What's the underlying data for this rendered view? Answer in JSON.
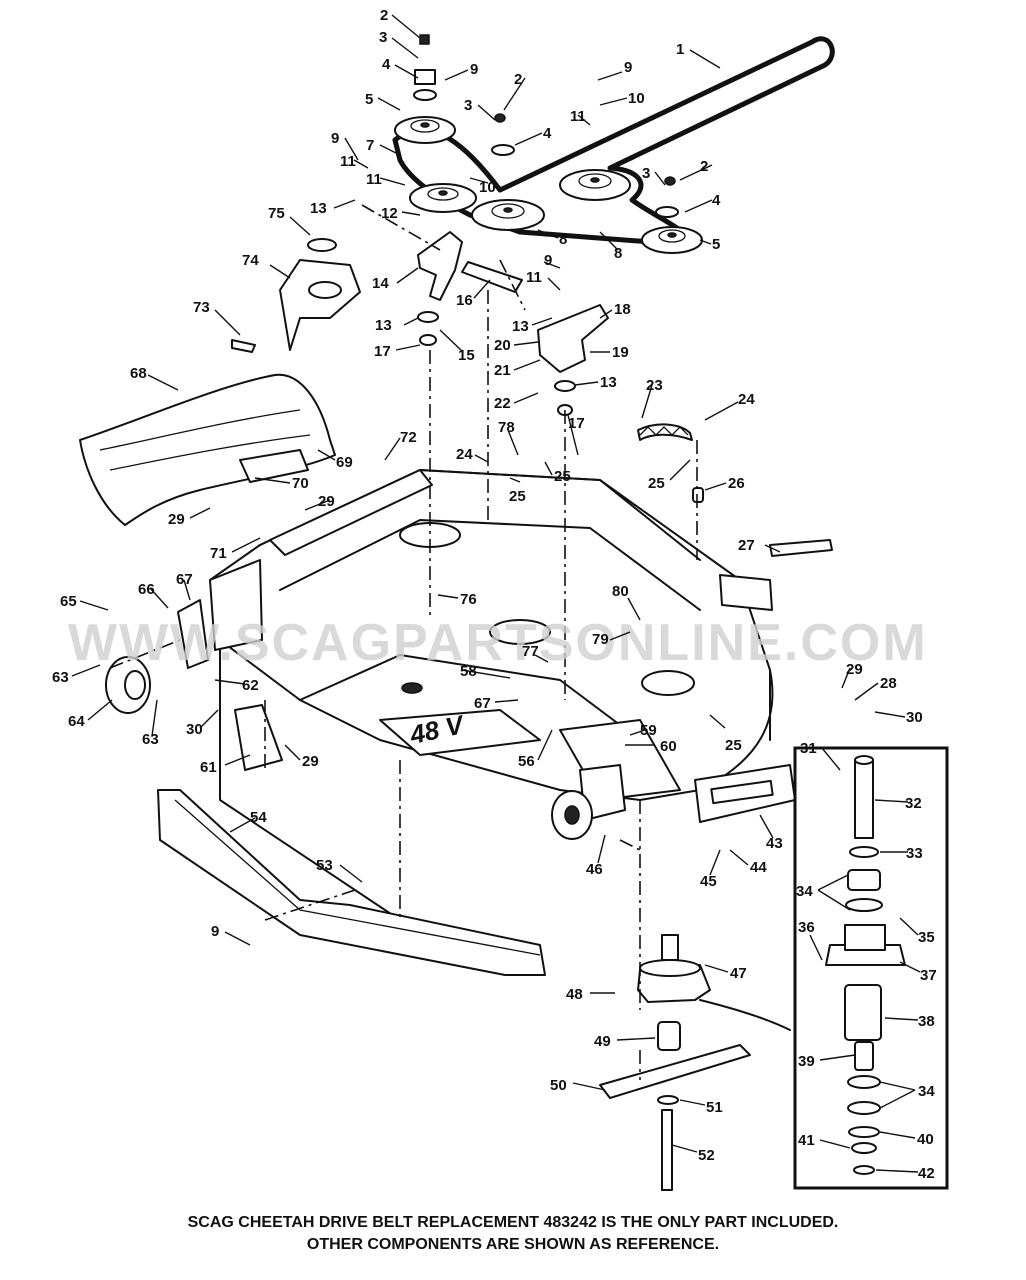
{
  "watermark": "WWW.SCAGPARTSONLINE.COM",
  "deck_badge": "48 V",
  "caption": {
    "line1": "SCAG CHEETAH DRIVE BELT REPLACEMENT 483242 IS THE ONLY PART INCLUDED.",
    "line2": "OTHER COMPONENTS ARE SHOWN AS REFERENCE."
  },
  "callouts": [
    {
      "id": "c1",
      "label": "1"
    },
    {
      "id": "c2a",
      "label": "2"
    },
    {
      "id": "c2b",
      "label": "2"
    },
    {
      "id": "c2c",
      "label": "2"
    },
    {
      "id": "c3a",
      "label": "3"
    },
    {
      "id": "c3b",
      "label": "3"
    },
    {
      "id": "c3c",
      "label": "3"
    },
    {
      "id": "c4a",
      "label": "4"
    },
    {
      "id": "c4b",
      "label": "4"
    },
    {
      "id": "c4c",
      "label": "4"
    },
    {
      "id": "c5a",
      "label": "5"
    },
    {
      "id": "c5b",
      "label": "5"
    },
    {
      "id": "c7",
      "label": "7"
    },
    {
      "id": "c8a",
      "label": "8"
    },
    {
      "id": "c8b",
      "label": "8"
    },
    {
      "id": "c9a",
      "label": "9"
    },
    {
      "id": "c9b",
      "label": "9"
    },
    {
      "id": "c9c",
      "label": "9"
    },
    {
      "id": "c9d",
      "label": "9"
    },
    {
      "id": "c9e",
      "label": "9"
    },
    {
      "id": "c10a",
      "label": "10"
    },
    {
      "id": "c10b",
      "label": "10"
    },
    {
      "id": "c11a",
      "label": "11"
    },
    {
      "id": "c11b",
      "label": "11"
    },
    {
      "id": "c11c",
      "label": "11"
    },
    {
      "id": "c11d",
      "label": "11"
    },
    {
      "id": "c12",
      "label": "12"
    },
    {
      "id": "c13a",
      "label": "13"
    },
    {
      "id": "c13b",
      "label": "13"
    },
    {
      "id": "c13c",
      "label": "13"
    },
    {
      "id": "c13d",
      "label": "13"
    },
    {
      "id": "c14",
      "label": "14"
    },
    {
      "id": "c15",
      "label": "15"
    },
    {
      "id": "c16",
      "label": "16"
    },
    {
      "id": "c17a",
      "label": "17"
    },
    {
      "id": "c17b",
      "label": "17"
    },
    {
      "id": "c18",
      "label": "18"
    },
    {
      "id": "c19",
      "label": "19"
    },
    {
      "id": "c20",
      "label": "20"
    },
    {
      "id": "c21",
      "label": "21"
    },
    {
      "id": "c22",
      "label": "22"
    },
    {
      "id": "c23",
      "label": "23"
    },
    {
      "id": "c24a",
      "label": "24"
    },
    {
      "id": "c24b",
      "label": "24"
    },
    {
      "id": "c25a",
      "label": "25"
    },
    {
      "id": "c25b",
      "label": "25"
    },
    {
      "id": "c25c",
      "label": "25"
    },
    {
      "id": "c25d",
      "label": "25"
    },
    {
      "id": "c26",
      "label": "26"
    },
    {
      "id": "c27",
      "label": "27"
    },
    {
      "id": "c28",
      "label": "28"
    },
    {
      "id": "c29a",
      "label": "29"
    },
    {
      "id": "c29b",
      "label": "29"
    },
    {
      "id": "c29c",
      "label": "29"
    },
    {
      "id": "c29d",
      "label": "29"
    },
    {
      "id": "c30a",
      "label": "30"
    },
    {
      "id": "c30b",
      "label": "30"
    },
    {
      "id": "c31",
      "label": "31"
    },
    {
      "id": "c32",
      "label": "32"
    },
    {
      "id": "c33",
      "label": "33"
    },
    {
      "id": "c34a",
      "label": "34"
    },
    {
      "id": "c34b",
      "label": "34"
    },
    {
      "id": "c35",
      "label": "35"
    },
    {
      "id": "c36",
      "label": "36"
    },
    {
      "id": "c37",
      "label": "37"
    },
    {
      "id": "c38",
      "label": "38"
    },
    {
      "id": "c39",
      "label": "39"
    },
    {
      "id": "c40",
      "label": "40"
    },
    {
      "id": "c41",
      "label": "41"
    },
    {
      "id": "c42",
      "label": "42"
    },
    {
      "id": "c43",
      "label": "43"
    },
    {
      "id": "c44",
      "label": "44"
    },
    {
      "id": "c45",
      "label": "45"
    },
    {
      "id": "c46",
      "label": "46"
    },
    {
      "id": "c47",
      "label": "47"
    },
    {
      "id": "c48",
      "label": "48"
    },
    {
      "id": "c49",
      "label": "49"
    },
    {
      "id": "c50",
      "label": "50"
    },
    {
      "id": "c51",
      "label": "51"
    },
    {
      "id": "c52",
      "label": "52"
    },
    {
      "id": "c53",
      "label": "53"
    },
    {
      "id": "c54",
      "label": "54"
    },
    {
      "id": "c56",
      "label": "56"
    },
    {
      "id": "c58",
      "label": "58"
    },
    {
      "id": "c59",
      "label": "59"
    },
    {
      "id": "c60",
      "label": "60"
    },
    {
      "id": "c61",
      "label": "61"
    },
    {
      "id": "c62",
      "label": "62"
    },
    {
      "id": "c63a",
      "label": "63"
    },
    {
      "id": "c63b",
      "label": "63"
    },
    {
      "id": "c64",
      "label": "64"
    },
    {
      "id": "c65",
      "label": "65"
    },
    {
      "id": "c66",
      "label": "66"
    },
    {
      "id": "c67a",
      "label": "67"
    },
    {
      "id": "c67b",
      "label": "67"
    },
    {
      "id": "c68",
      "label": "68"
    },
    {
      "id": "c69",
      "label": "69"
    },
    {
      "id": "c70",
      "label": "70"
    },
    {
      "id": "c71",
      "label": "71"
    },
    {
      "id": "c72",
      "label": "72"
    },
    {
      "id": "c73",
      "label": "73"
    },
    {
      "id": "c74",
      "label": "74"
    },
    {
      "id": "c75",
      "label": "75"
    },
    {
      "id": "c76",
      "label": "76"
    },
    {
      "id": "c77",
      "label": "77"
    },
    {
      "id": "c78",
      "label": "78"
    },
    {
      "id": "c79",
      "label": "79"
    },
    {
      "id": "c80",
      "label": "80"
    }
  ]
}
